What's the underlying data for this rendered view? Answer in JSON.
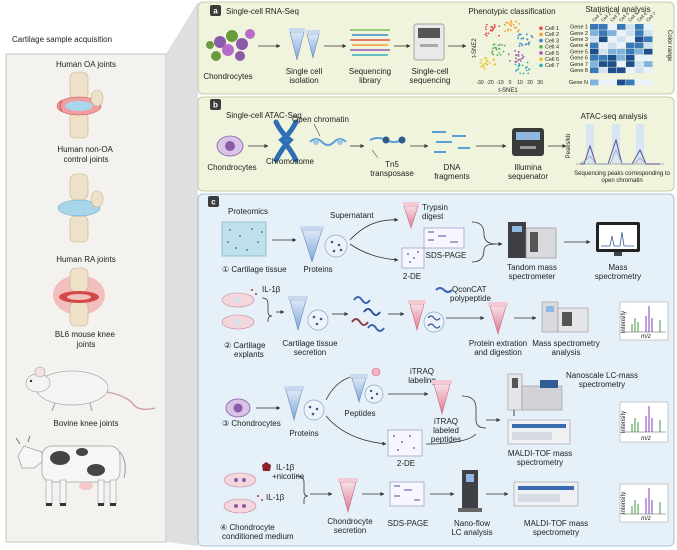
{
  "left_panel": {
    "title": "Cartilage sample acquisition",
    "items": [
      {
        "label_lines": [
          "Human OA joints"
        ]
      },
      {
        "label_lines": [
          "Human non-OA",
          "control joints"
        ]
      },
      {
        "label_lines": [
          "Human RA joints"
        ]
      },
      {
        "label_lines": [
          "BL6 mouse knee",
          "joints"
        ]
      },
      {
        "label_lines": [
          "Bovine knee joints"
        ]
      }
    ]
  },
  "panel_a": {
    "letter": "a",
    "title": "Single-cell RNA-Seq",
    "chondrocytes": "Chondrocytes",
    "steps": [
      {
        "lines": [
          "Single cell",
          "isolation"
        ]
      },
      {
        "lines": [
          "Sequencing",
          "library"
        ]
      },
      {
        "lines": [
          "Single-cell",
          "sequencing"
        ]
      }
    ],
    "phenotypic_title": "Phenotypic classification",
    "tsne_x": "t-SNE1",
    "tsne_y": "t-SNE2",
    "tsne_ticks": [
      "-30",
      "-20",
      "-10",
      "0",
      "10",
      "20",
      "30"
    ],
    "cells": [
      "Cell 1",
      "Cell 2",
      "Cell 3",
      "Cell 4",
      "Cell 5",
      "Cell 6",
      "Cell 7"
    ],
    "cell_colors": [
      "#e0504a",
      "#f0a030",
      "#3a86c8",
      "#5ab05a",
      "#9b59b6",
      "#e6c229",
      "#2bb3b1"
    ],
    "statistical_title": "Statistical analysis",
    "genes": [
      "Gene 1",
      "Gene 2",
      "Gene 3",
      "Gene 4",
      "Gene 5",
      "Gene 6",
      "Gene 7",
      "Gene 8"
    ],
    "gene_last": "Gene N",
    "color_range": "Color range"
  },
  "panel_b": {
    "letter": "b",
    "title": "Single-cell ATAC-Seq",
    "open_chromatin": "Open chromatin",
    "chondrocytes": "Chondrocytes",
    "chromosome": "Chromosome",
    "tn5_lines": [
      "Tn5",
      "transposase"
    ],
    "dna_lines": [
      "DNA",
      "fragments"
    ],
    "illumina_lines": [
      "Illumina",
      "sequenator"
    ],
    "analysis_title": "ATAC-seq analysis",
    "peaks_axis": "Peaks/kb",
    "peaks_caption_lines": [
      "Sequencing peaks corresponding to",
      "open chromatin"
    ]
  },
  "panel_c": {
    "letter": "c",
    "title": "Proteomics",
    "row1": {
      "label": "① Cartilage tissue",
      "supernatant": "Supernatant",
      "trypsin_lines": [
        "Trypsin",
        "digest"
      ],
      "proteins": "Proteins",
      "sds_page": "SDS-PAGE",
      "two_de": "2-DE",
      "tandem_lines": [
        "Tandom mass",
        "spectrometer"
      ],
      "mass_lines": [
        "Mass",
        "spectrometry"
      ]
    },
    "row2": {
      "label_lines": [
        "② Cartilage",
        "explants"
      ],
      "il1b": "IL-1β",
      "secretion_lines": [
        "Cartilage tissue",
        "secretion"
      ],
      "qconcat_lines": [
        "QconCAT",
        "polypeptide"
      ],
      "extraction_lines": [
        "Protein extration",
        "and digestion"
      ],
      "ms_analysis_lines": [
        "Mass spectrometry",
        "analysis"
      ],
      "intensity": "Intensity",
      "mz": "m/z"
    },
    "row3": {
      "label": "③ Chondrocytes",
      "proteins": "Proteins",
      "peptides": "Peptides",
      "itraq_lines": [
        "iTRAQ",
        "labeling"
      ],
      "itraq_labeled_lines": [
        "iTRAQ",
        "labeled",
        "peptides"
      ],
      "two_de": "2-DE",
      "nanoscale_lines": [
        "Nanoscale LC-mass",
        "spectrometry"
      ],
      "maldi_lines": [
        "MALDI-TOF mass",
        "spectrometry"
      ],
      "intensity": "Intensity",
      "mz": "m/z"
    },
    "row4": {
      "label_lines": [
        "④ Chondrocyte",
        "conditioned medium"
      ],
      "il1b_nicotine_lines": [
        "IL-1β",
        "+nicotine"
      ],
      "il1b": "IL-1β",
      "secretion_lines": [
        "Chondrocyte",
        "secretion"
      ],
      "sds_page": "SDS-PAGE",
      "nanoflow_lines": [
        "Nano-flow",
        "LC analysis"
      ],
      "maldi_lines": [
        "MALDI-TOF mass",
        "spectrometry"
      ],
      "intensity": "Intensity",
      "mz": "m/z"
    }
  },
  "colors": {
    "panel_a_bg": "#f1f4dc",
    "panel_b_bg": "#f1f4dc",
    "panel_c_bg": "#e5f0f8",
    "left_bg": "#f3f2ee",
    "letter_bg": "#3c3c3c",
    "cell_purple": "#8b5aa8",
    "tube_pink": "#e98a9a"
  }
}
